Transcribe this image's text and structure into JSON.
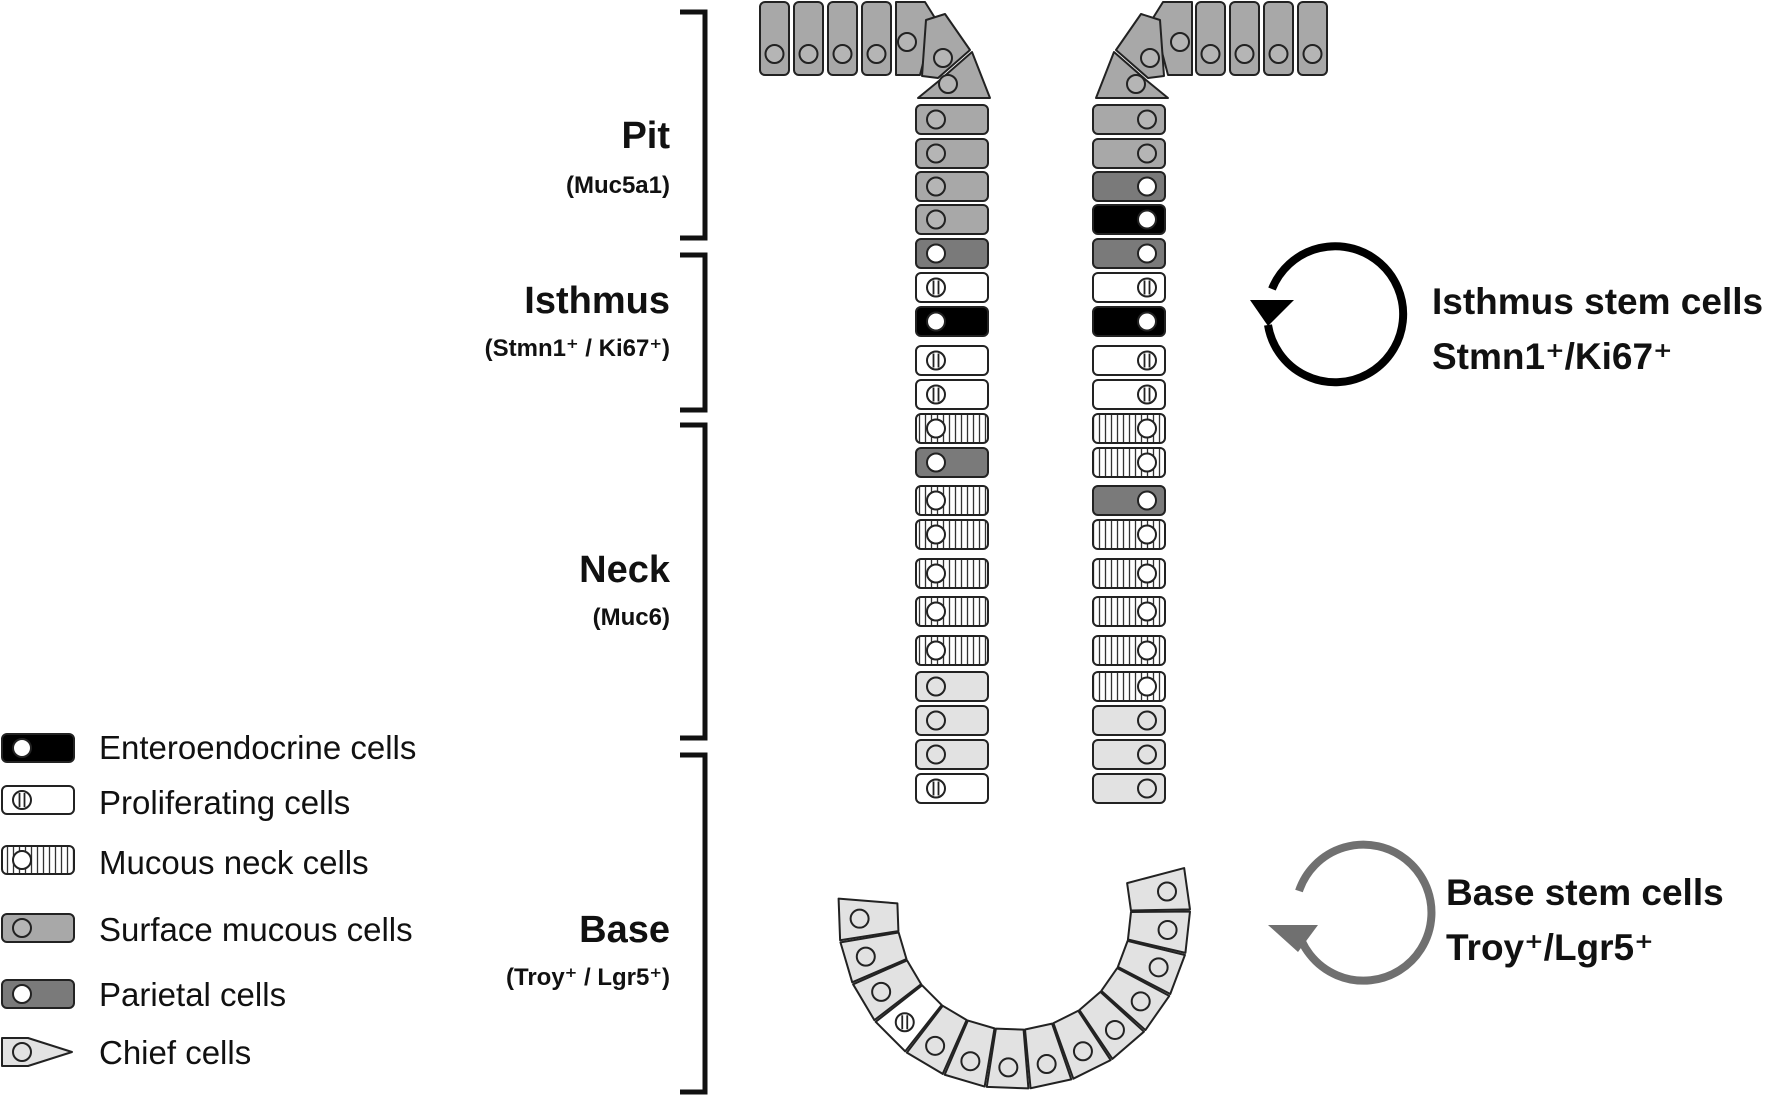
{
  "zones": [
    {
      "id": "pit",
      "name": "Pit",
      "marker": "(Muc5a1)"
    },
    {
      "id": "isthmus",
      "name": "Isthmus",
      "marker": "(Stmn1⁺ / Ki67⁺)"
    },
    {
      "id": "neck",
      "name": "Neck",
      "marker": "(Muc6)"
    },
    {
      "id": "base",
      "name": "Base",
      "marker": "(Troy⁺ / Lgr5⁺)"
    }
  ],
  "stem_annotations": [
    {
      "id": "isthmus-stem",
      "line1": "Isthmus stem cells",
      "line2": "Stmn1⁺/Ki67⁺",
      "arrow_color": "#000000"
    },
    {
      "id": "base-stem",
      "line1": "Base stem cells",
      "line2": "Troy⁺/Lgr5⁺",
      "arrow_color": "#707070"
    }
  ],
  "legend": [
    {
      "type": "enteroendocrine",
      "label": "Enteroendocrine cells"
    },
    {
      "type": "proliferating",
      "label": "Proliferating cells"
    },
    {
      "type": "mucous_neck",
      "label": "Mucous neck cells"
    },
    {
      "type": "surface_mucous",
      "label": "Surface mucous cells"
    },
    {
      "type": "parietal",
      "label": "Parietal cells"
    },
    {
      "type": "chief",
      "label": "Chief cells"
    }
  ],
  "cell_colors": {
    "enteroendocrine": "#000000",
    "proliferating": "#ffffff",
    "mucous_neck": "#ffffff",
    "surface_mucous": "#a8a8a8",
    "parietal": "#7a7a7a",
    "chief": "#e2e2e2"
  },
  "gland": {
    "left_column": [
      "surface_mucous",
      "surface_mucous",
      "surface_mucous",
      "surface_mucous",
      "parietal",
      "proliferating",
      "enteroendocrine",
      "proliferating",
      "proliferating",
      "mucous_neck",
      "parietal",
      "mucous_neck",
      "mucous_neck",
      "mucous_neck",
      "mucous_neck",
      "mucous_neck",
      "chief",
      "chief",
      "chief",
      "proliferating"
    ],
    "right_column": [
      "surface_mucous",
      "surface_mucous",
      "parietal",
      "enteroendocrine",
      "parietal",
      "proliferating",
      "enteroendocrine",
      "proliferating",
      "proliferating",
      "mucous_neck",
      "mucous_neck",
      "parietal",
      "mucous_neck",
      "mucous_neck",
      "mucous_neck",
      "mucous_neck",
      "mucous_neck",
      "chief",
      "chief",
      "chief"
    ],
    "base_ring_proliferating_index": 3
  }
}
